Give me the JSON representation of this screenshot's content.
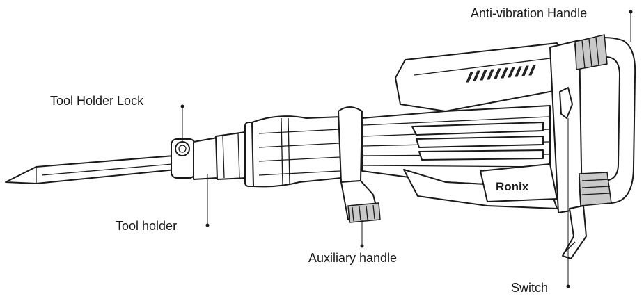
{
  "labels": {
    "anti_vibration_handle": "Anti-vibration Handle",
    "tool_holder_lock": "Tool Holder Lock",
    "tool_holder": "Tool holder",
    "auxiliary_handle": "Auxiliary handle",
    "switch": "Switch"
  },
  "brand": "Ronix",
  "colors": {
    "line": "#1a1a1a",
    "background": "#ffffff",
    "shade": "#c9c9c9"
  }
}
